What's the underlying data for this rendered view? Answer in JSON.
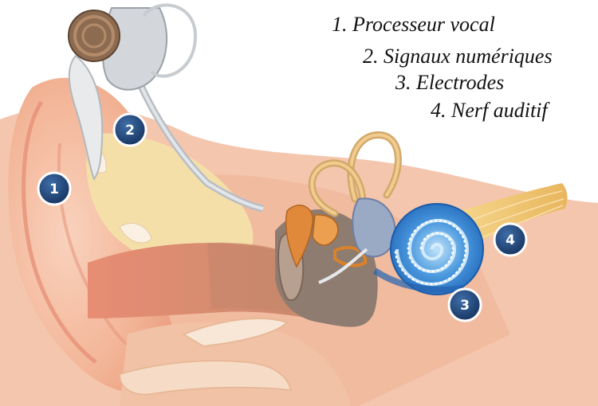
{
  "legend": {
    "item1": "1. Processeur vocal",
    "item2": "2. Signaux numériques",
    "item3": "3. Electrodes",
    "item4": "4. Nerf auditif"
  },
  "badges": {
    "b1": "1",
    "b2": "2",
    "b3": "3",
    "b4": "4"
  },
  "colors": {
    "skin": "#f2a98a",
    "skin_light": "#f7cdb5",
    "cartilage": "#f4e0b0",
    "bone_tan": "#e2c08a",
    "cochlea_blue": "#2f7fd0",
    "cochlea_light": "#8cc8f2",
    "badge_navy": "#1d3f73",
    "ossicle": "#d9822b",
    "nerve": "#f2cc7a",
    "device_gray": "#cfd2d6"
  }
}
